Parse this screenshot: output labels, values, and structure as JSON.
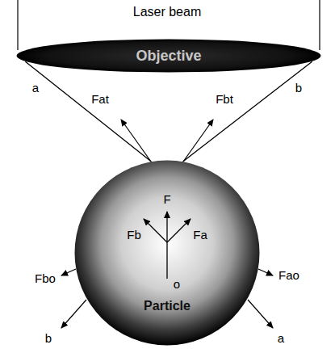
{
  "diagram": {
    "nodes": [
      {
        "text": [
          "Objective"
        ]
      },
      {
        "text": [
          "Particle"
        ]
      }
    ],
    "edges": [
      {
        "from": 0,
        "to": 1,
        "arrow": "none",
        "label": "a"
      },
      {
        "from": 0,
        "to": 1,
        "arrow": "none",
        "label": "b"
      }
    ],
    "labels": [
      "Laser beam",
      "Fat",
      "Fbt",
      "Fb",
      "F",
      "Fa",
      "o",
      "Fbo",
      "b",
      "Fao",
      "a"
    ]
  }
}
